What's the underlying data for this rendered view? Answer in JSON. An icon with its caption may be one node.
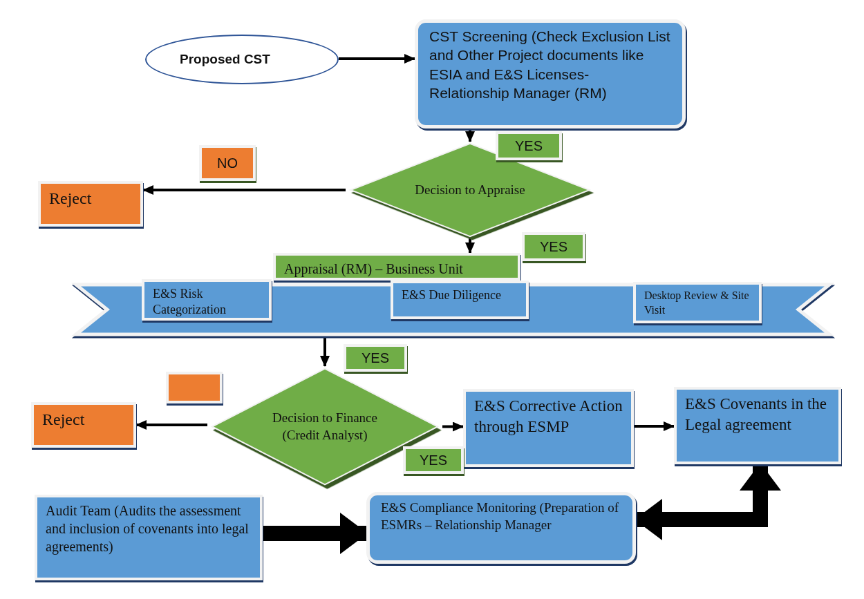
{
  "diagram": {
    "nodes": [
      {
        "text": [
          "Proposed CST"
        ]
      },
      {
        "text": [
          "CST Screening (Check Exclusion List and Other Project documents like ESIA and E&S Licenses- Relationship Manager (RM)"
        ]
      },
      {
        "text": [
          "Decision to Appraise"
        ]
      },
      {
        "text": [
          "Reject"
        ]
      },
      {
        "text": [
          "Appraisal (RM) – Business Unit"
        ]
      },
      {
        "text": [],
        "shape": "band"
      },
      {
        "text": [
          "E&S Risk Categorization"
        ],
        "in": 5
      },
      {
        "text": [
          "E&S Due Diligence"
        ],
        "in": 5
      },
      {
        "text": [
          "Desktop Review & Site Visit"
        ],
        "in": 5
      },
      {
        "text": [
          "Decision to Finance (Credit Analyst)"
        ]
      },
      {
        "text": [],
        "shape": "box"
      },
      {
        "text": [
          "Reject"
        ]
      },
      {
        "text": [
          "E&S Corrective Action through ESMP"
        ]
      },
      {
        "text": [
          "E&S Covenants in the Legal agreement"
        ]
      },
      {
        "text": [
          "Audit Team (Audits the assessment and inclusion of covenants into legal agreements)"
        ]
      },
      {
        "text": [
          "E&S Compliance Monitoring (Preparation of ESMRs – Relationship Manager"
        ]
      },
      {
        "text": [
          "YES"
        ]
      },
      {
        "text": [
          "NO"
        ]
      },
      {
        "text": [
          "YES"
        ]
      },
      {
        "text": [
          "YES"
        ]
      },
      {
        "text": [
          "YES"
        ]
      }
    ],
    "edges": [
      {
        "from": 0,
        "to": 1,
        "arrow": "to"
      },
      {
        "from": 1,
        "to": 2,
        "arrow": "to"
      },
      {
        "from": 2,
        "to": 3,
        "arrow": "to"
      },
      {
        "from": 2,
        "to": 4,
        "arrow": "to"
      },
      {
        "from": 5,
        "to": 9,
        "arrow": "to"
      },
      {
        "from": 9,
        "to": 11,
        "arrow": "to"
      },
      {
        "from": 9,
        "to": 12,
        "arrow": "to"
      },
      {
        "from": 12,
        "to": 13,
        "arrow": "to"
      },
      {
        "from": 14,
        "to": 15,
        "arrow": "to",
        "style": "thick"
      },
      {
        "from": 13,
        "to": 15,
        "arrow": "both",
        "style": "thick"
      }
    ]
  }
}
